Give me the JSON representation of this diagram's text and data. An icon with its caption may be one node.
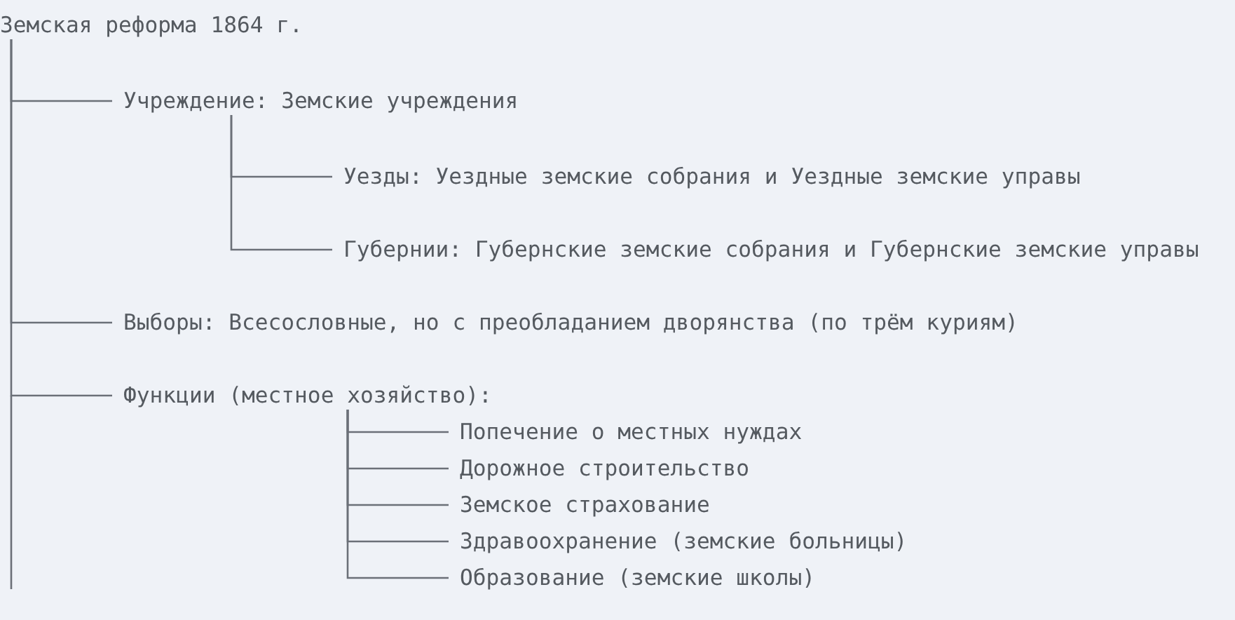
{
  "diagram": {
    "nodes": [
      {
        "text": [
          "Земская реформа 1864 г."
        ]
      },
      {
        "text": [
          "Учреждение: Земские учреждения"
        ]
      },
      {
        "text": [
          "Уезды: Уездные земские собрания и Уездные земские управы"
        ]
      },
      {
        "text": [
          "Губернии: Губернские земские собрания и Губернские земские управы"
        ]
      },
      {
        "text": [
          "Выборы: Всесословные, но с преобладанием дворянства (по трём куриям)"
        ]
      },
      {
        "text": [
          "Функции (местное хозяйство):"
        ]
      },
      {
        "text": [
          "Попечение о местных нуждах"
        ]
      },
      {
        "text": [
          "Дорожное строительство"
        ]
      },
      {
        "text": [
          "Земское страхование"
        ]
      },
      {
        "text": [
          "Здравоохранение (земские больницы)"
        ]
      },
      {
        "text": [
          "Образование (земские школы)"
        ]
      }
    ],
    "edges": [
      {
        "from": 0,
        "to": 1,
        "arrow": "none"
      },
      {
        "from": 1,
        "to": 2,
        "arrow": "none"
      },
      {
        "from": 1,
        "to": 3,
        "arrow": "none"
      },
      {
        "from": 0,
        "to": 4,
        "arrow": "none"
      },
      {
        "from": 0,
        "to": 5,
        "arrow": "none"
      },
      {
        "from": 5,
        "to": 6,
        "arrow": "none"
      },
      {
        "from": 5,
        "to": 7,
        "arrow": "none"
      },
      {
        "from": 5,
        "to": 8,
        "arrow": "none"
      },
      {
        "from": 5,
        "to": 9,
        "arrow": "none"
      },
      {
        "from": 5,
        "to": 10,
        "arrow": "none"
      }
    ]
  }
}
